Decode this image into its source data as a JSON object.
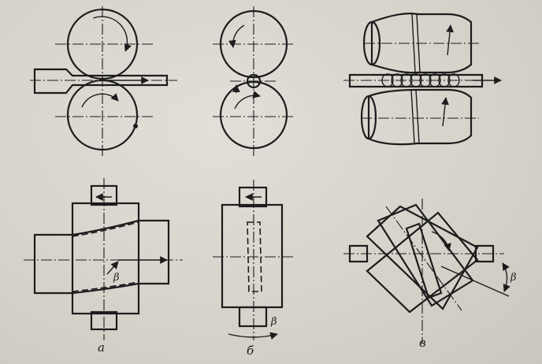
{
  "labels": {
    "caption_a": "а",
    "caption_b": "б",
    "caption_v": "в",
    "angle_a": "β",
    "angle_b": "β",
    "angle_v": "β"
  },
  "colors": {
    "ink": "#1c1c1c",
    "paper": "#d9d6cf"
  }
}
